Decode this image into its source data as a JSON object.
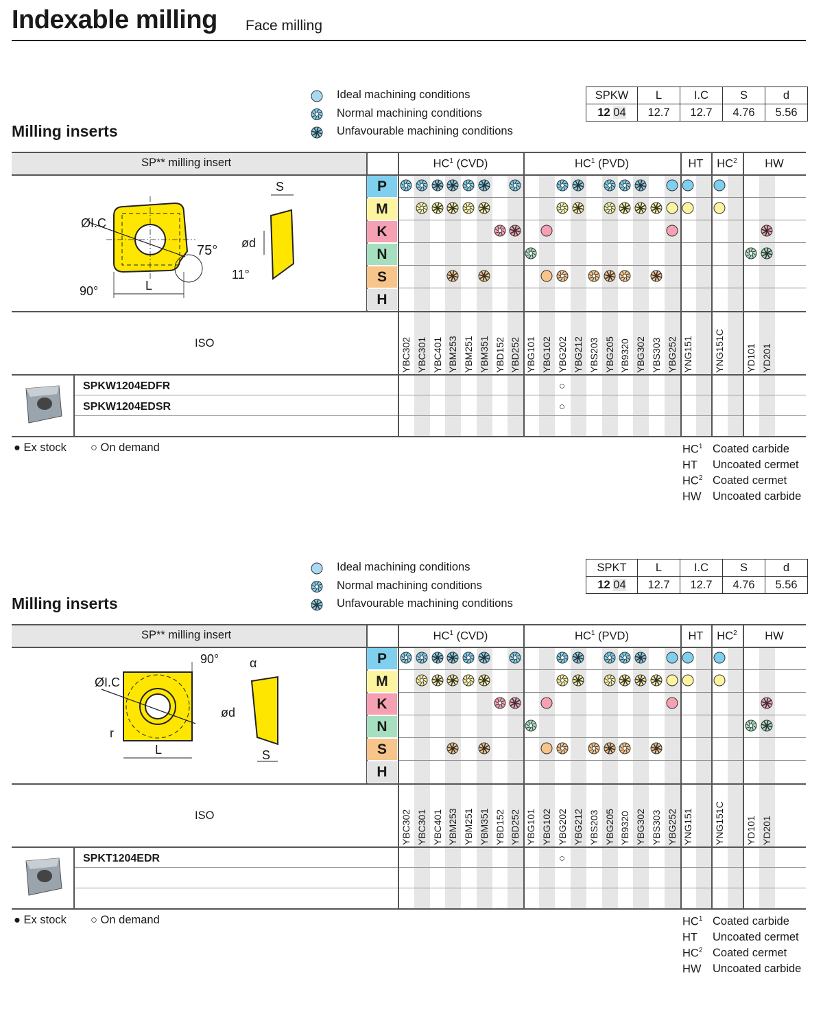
{
  "page": {
    "title": "Indexable milling",
    "subtitle": "Face milling"
  },
  "colors": {
    "ideal": "#a8d9f0",
    "P": "#7fd0ee",
    "M": "#fdf4a0",
    "K": "#f6a1b3",
    "N": "#a6dfc0",
    "S": "#f7c48a",
    "H": "#e3e3e3",
    "yellow_insert": "#ffe600",
    "grey_band": "#e6e6e6"
  },
  "legend": {
    "ideal": "Ideal machining conditions",
    "normal": "Normal machining conditions",
    "unfav": "Unfavourable machining conditions"
  },
  "grade_groups": [
    {
      "label": "HC",
      "sup": "1",
      "suffix": " (CVD)"
    },
    {
      "label": "HC",
      "sup": "1",
      "suffix": " (PVD)"
    },
    {
      "label": "HT",
      "sup": "",
      "suffix": ""
    },
    {
      "label": "HC",
      "sup": "2",
      "suffix": ""
    },
    {
      "label": "HW",
      "sup": "",
      "suffix": ""
    }
  ],
  "grades": [
    "YBC302",
    "YBC301",
    "YBC401",
    "YBM253",
    "YBM251",
    "YBM351",
    "YBD152",
    "YBD252",
    "YBG101",
    "YBG102",
    "YBG202",
    "YBG212",
    "YBS203",
    "YBG205",
    "YB9320",
    "YBG302",
    "YBS303",
    "YBG252",
    "YNG151",
    "",
    "YNG151C",
    "",
    "YD101",
    "YD201",
    ""
  ],
  "materials": [
    "P",
    "M",
    "K",
    "N",
    "S",
    "H"
  ],
  "matrix": {
    "P": [
      "n",
      "n",
      "u",
      "u",
      "n",
      "u",
      "",
      "n",
      "",
      "",
      "n",
      "u",
      "",
      "n",
      "n",
      "u",
      "",
      "i",
      "i",
      "",
      "i",
      "",
      "",
      "",
      ""
    ],
    "M": [
      "",
      "n",
      "u",
      "u",
      "n",
      "u",
      "",
      "",
      "",
      "",
      "n",
      "u",
      "",
      "n",
      "u",
      "u",
      "u",
      "i",
      "i",
      "",
      "i",
      "",
      "",
      "",
      ""
    ],
    "K": [
      "",
      "",
      "",
      "",
      "",
      "",
      "n",
      "u",
      "",
      "i",
      "",
      "",
      "",
      "",
      "",
      "",
      "",
      "i",
      "",
      "",
      "",
      "",
      "",
      "u",
      ""
    ],
    "N": [
      "",
      "",
      "",
      "",
      "",
      "",
      "",
      "",
      "n",
      "",
      "",
      "",
      "",
      "",
      "",
      "",
      "",
      "",
      "",
      "",
      "",
      "",
      "n",
      "u",
      ""
    ],
    "S": [
      "",
      "",
      "",
      "u",
      "",
      "u",
      "",
      "",
      "",
      "i",
      "n",
      "",
      "n",
      "u",
      "n",
      "",
      "u",
      "",
      "",
      "",
      "",
      "",
      "",
      "",
      ""
    ],
    "H": [
      "",
      "",
      "",
      "",
      "",
      "",
      "",
      "",
      "",
      "",
      "",
      "",
      "",
      "",
      "",
      "",
      "",
      "",
      "",
      "",
      "",
      "",
      "",
      "",
      ""
    ]
  },
  "labels": {
    "insert_header": "SP** milling insert",
    "iso": "ISO",
    "ex_stock": "● Ex stock",
    "on_demand": "○ On demand"
  },
  "glossary": [
    {
      "code": "HC",
      "sup": "1",
      "text": "Coated carbide"
    },
    {
      "code": "HT",
      "sup": "",
      "text": "Uncoated cermet"
    },
    {
      "code": "HC",
      "sup": "2",
      "text": "Coated cermet"
    },
    {
      "code": "HW",
      "sup": "",
      "text": "Uncoated carbide"
    }
  ],
  "sections": [
    {
      "title": "Milling inserts",
      "dims": {
        "headers": [
          "SPKW",
          "L",
          "I.C",
          "S",
          "d"
        ],
        "size_a": "12",
        "size_b": "04",
        "values": [
          "12.7",
          "12.7",
          "4.76",
          "5.56"
        ]
      },
      "drawing": {
        "ic": "ØI.C",
        "l": "L",
        "a90": "90°",
        "a75": "75°",
        "s": "S",
        "d": "ød",
        "a11": "11°"
      },
      "products": [
        {
          "code": "SPKW1204EDFR",
          "avail": "○"
        },
        {
          "code": "SPKW1204EDSR",
          "avail": "○"
        },
        {
          "code": "",
          "avail": ""
        }
      ]
    },
    {
      "title": "Milling inserts",
      "dims": {
        "headers": [
          "SPKT",
          "L",
          "I.C",
          "S",
          "d"
        ],
        "size_a": "12",
        "size_b": "04",
        "values": [
          "12.7",
          "12.7",
          "4.76",
          "5.56"
        ]
      },
      "drawing": {
        "ic": "ØI.C",
        "l": "L",
        "a90": "90°",
        "r": "r",
        "s": "S",
        "d": "ød",
        "alpha": "α"
      },
      "products": [
        {
          "code": "SPKT1204EDR",
          "avail": "○"
        },
        {
          "code": "",
          "avail": ""
        },
        {
          "code": "",
          "avail": ""
        }
      ]
    }
  ]
}
